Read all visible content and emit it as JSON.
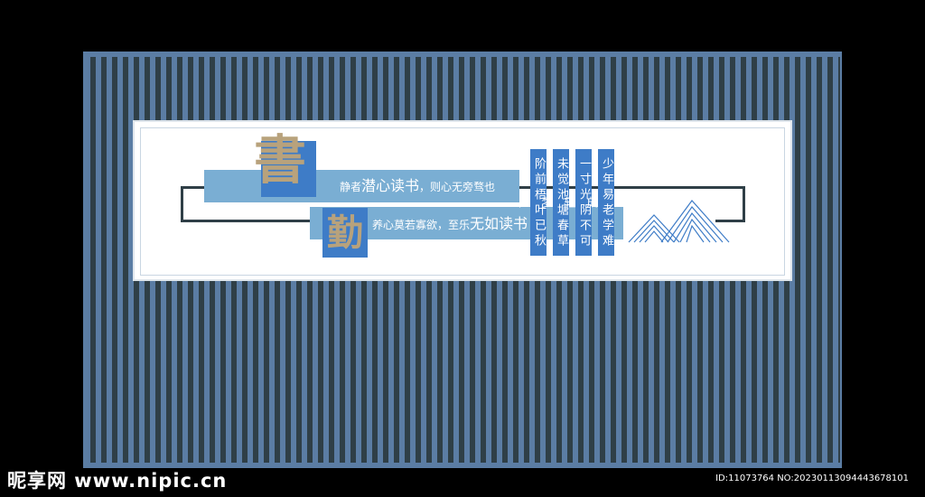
{
  "characters": {
    "shu": "書",
    "qin": "勤"
  },
  "lines": {
    "line1_prefix": "静者",
    "line1_big": "潜心读书",
    "line1_suffix": "，则心无旁骛也",
    "line2_prefix": "养心莫若寡欲，至乐",
    "line2_big": "无如读书"
  },
  "poem": {
    "col1": "阶前梧叶已秋声",
    "col2": "未觉池塘春草梦",
    "col3": "一寸光阴不可轻",
    "col4": "少年易老学难成"
  },
  "watermark": {
    "logo": "昵享网 www.nipic.cn",
    "id": "ID:11073764 NO:20230113094443678101"
  },
  "colors": {
    "background": "#000000",
    "stripe_blue": "#5b7da4",
    "stripe_dark": "#2f3f47",
    "band_light_blue": "#7aaed3",
    "box_blue": "#3e7cc7",
    "calligraphy_gold": "#b8a27c"
  }
}
